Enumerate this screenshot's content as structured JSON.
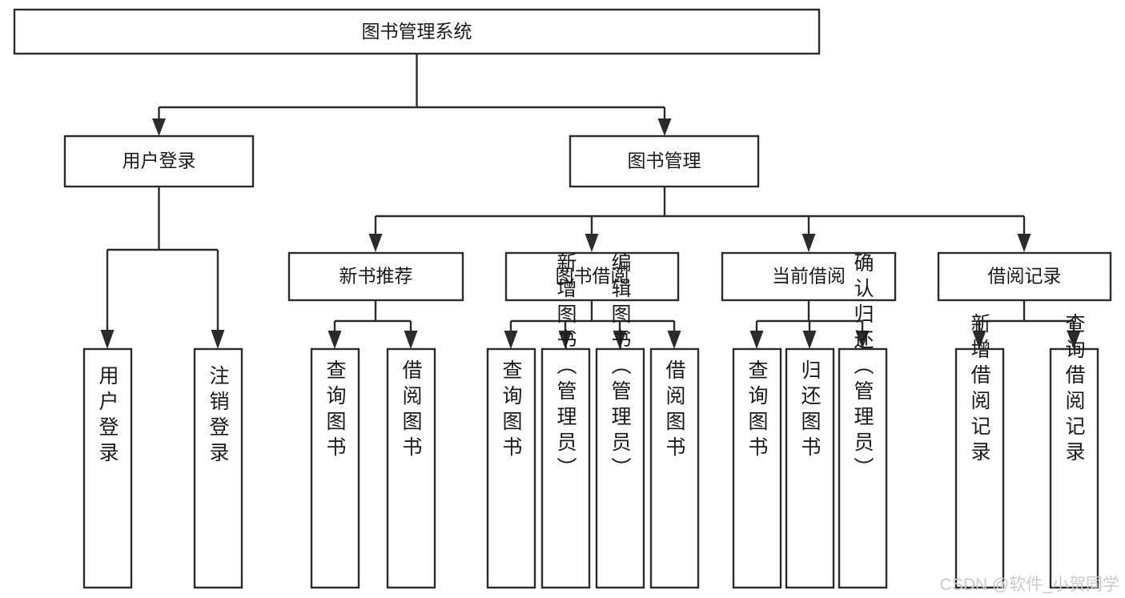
{
  "diagram": {
    "type": "tree-hierarchy",
    "title_node": "图书管理系统",
    "watermark": "CSDN @软件_小贺同学",
    "colors": {
      "stroke": "#2b2b2b",
      "fill": "#ffffff",
      "text": "#1a1a1a",
      "watermark": "#c9c9c9",
      "background": "#ffffff"
    },
    "nodes": {
      "root": {
        "label": "图书管理系统"
      },
      "level2": [
        {
          "label": "用户登录"
        },
        {
          "label": "图书管理"
        }
      ],
      "level3": [
        {
          "label": "新书推荐"
        },
        {
          "label": "图书借阅"
        },
        {
          "label": "当前借阅"
        },
        {
          "label": "借阅记录"
        }
      ],
      "leaves": {
        "user_login": [
          {
            "label": "用户登录"
          },
          {
            "label": "注销登录"
          }
        ],
        "new_book_recommend": [
          {
            "label": "查询图书"
          },
          {
            "label": "借阅图书"
          }
        ],
        "book_borrow": [
          {
            "label": "查询图书"
          },
          {
            "label": "新增图书（管理员）"
          },
          {
            "label": "编辑图书（管理员）"
          },
          {
            "label": "借阅图书"
          }
        ],
        "current_borrow": [
          {
            "label": "查询图书"
          },
          {
            "label": "归还图书"
          },
          {
            "label": "确认归还（管理员）"
          }
        ],
        "borrow_record": [
          {
            "label": "新增借阅记录"
          },
          {
            "label": "查询借阅记录"
          }
        ]
      }
    }
  }
}
